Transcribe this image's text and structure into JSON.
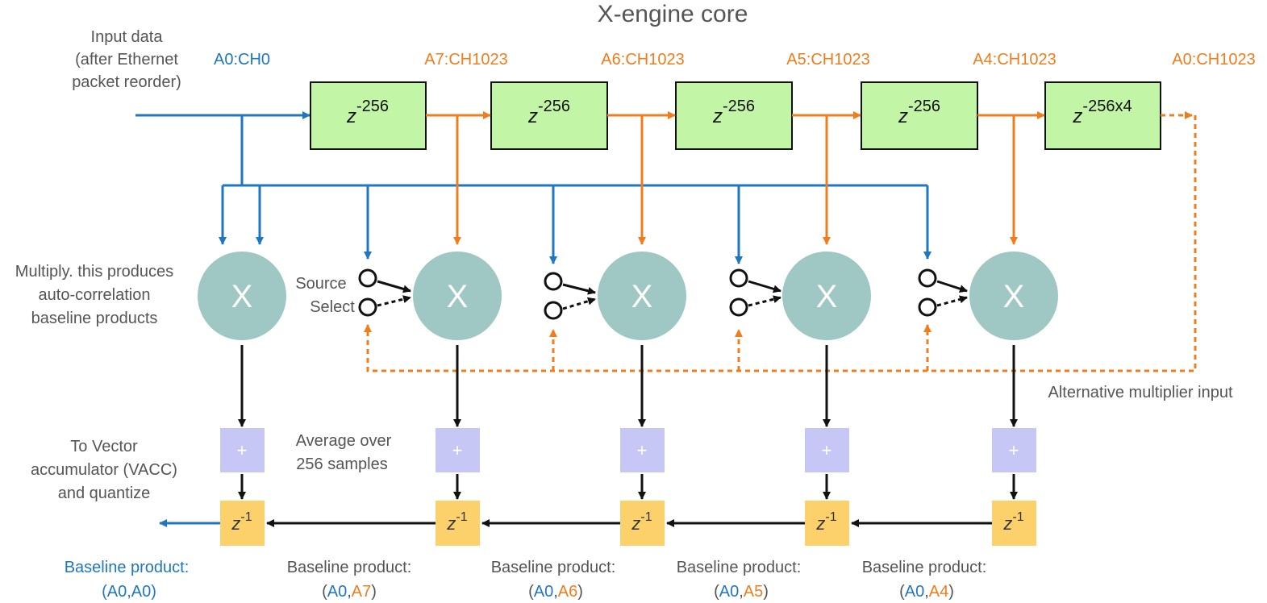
{
  "title": "X-engine core",
  "input_label": [
    "Input data",
    "(after Ethernet",
    "packet reorder)"
  ],
  "input_tag": "A0:CH0",
  "delay_tags": [
    "A7:CH1023",
    "A6:CH1023",
    "A5:CH1023",
    "A4:CH1023",
    "A0:CH1023"
  ],
  "delay_prefix": "z",
  "delay_exps": [
    "-256",
    "-256",
    "-256",
    "-256",
    "-256x4"
  ],
  "multiply_symbol": "X",
  "multiply_label": [
    "Multiply. this produces",
    "auto-correlation",
    "baseline products"
  ],
  "source_select_label": [
    "Source",
    "Select"
  ],
  "alt_input_label": "Alternative multiplier input",
  "average_label": [
    "Average over",
    "256 samples"
  ],
  "vacc_label": [
    "To Vector",
    "accumulator (VACC)",
    "and quantize"
  ],
  "adder_symbol": "+",
  "zinv_prefix": "z",
  "zinv_exp": "-1",
  "baseline_caption": "Baseline product:",
  "baselines": [
    {
      "open": "(",
      "a": "A0",
      "sep": ",",
      "b": "A0",
      "close": ")"
    },
    {
      "open": "(",
      "a": "A0",
      "sep": ",",
      "b": "A7",
      "close": ")"
    },
    {
      "open": "(",
      "a": "A0",
      "sep": ",",
      "b": "A6",
      "close": ")"
    },
    {
      "open": "(",
      "a": "A0",
      "sep": ",",
      "b": "A5",
      "close": ")"
    },
    {
      "open": "(",
      "a": "A0",
      "sep": ",",
      "b": "A4",
      "close": ")"
    }
  ],
  "colors": {
    "blue": "#1f77c0",
    "orange": "#f07d1c",
    "delay_fill": "#c3f5a6",
    "mult_fill": "#9fc7c3",
    "adder_fill": "#c7c7f5",
    "zinv_fill": "#fcd06b"
  }
}
